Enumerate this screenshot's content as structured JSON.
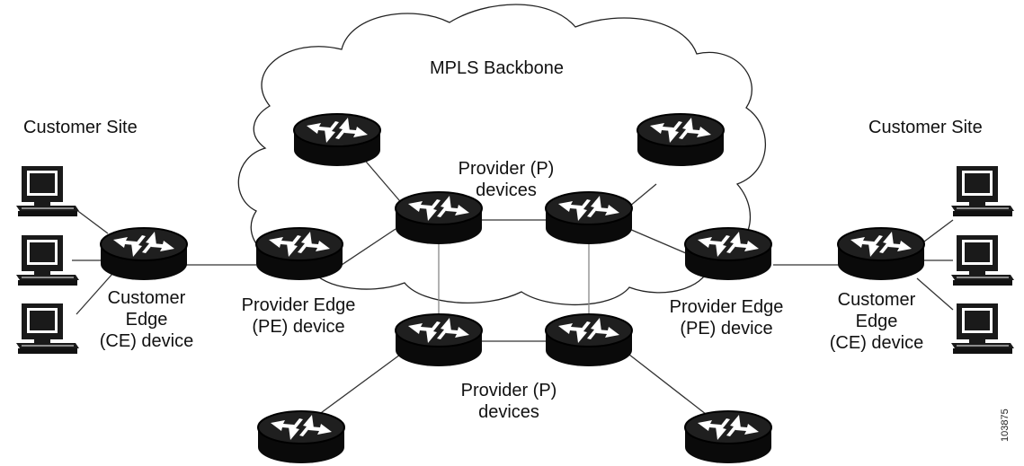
{
  "cloud_label": "MPLS Backbone",
  "left_site": "Customer Site",
  "right_site": "Customer Site",
  "left_ce": [
    "Customer",
    "Edge",
    "(CE) device"
  ],
  "right_ce": [
    "Customer",
    "Edge",
    "(CE) device"
  ],
  "left_pe": [
    "Provider Edge",
    "(PE) device"
  ],
  "right_pe": [
    "Provider Edge",
    "(PE) device"
  ],
  "p_top": [
    "Provider (P)",
    "devices"
  ],
  "p_bottom": [
    "Provider (P)",
    "devices"
  ],
  "figure_id": "103875",
  "colors": {
    "router": "#0a0a0a",
    "router_top": "#2a2a2a",
    "arrow": "#ffffff",
    "cloud_stroke": "#222222"
  }
}
